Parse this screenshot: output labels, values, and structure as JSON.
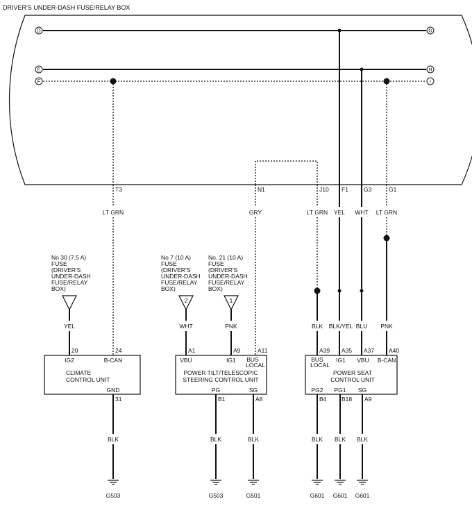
{
  "box_title": "DRIVER'S UNDER-DASH FUSE/RELAY BOX",
  "bus_terminals": {
    "d": "D",
    "e": "E",
    "f": "F",
    "g": "G",
    "h": "H",
    "i": "I"
  },
  "connectors": {
    "t3": "T3",
    "n1": "N1",
    "j10": "J10",
    "f1": "F1",
    "g3": "G3",
    "g1": "G1"
  },
  "upper_wires": {
    "t3": "LT GRN",
    "n1": "GRY",
    "j10": "LT GRN",
    "f1": "YEL",
    "g3": "WHT",
    "g1": "LT GRN"
  },
  "fuses": [
    {
      "number": "30",
      "lines": [
        "No 30 (7.5 A)",
        "FUSE",
        "(DRIVER'S",
        "UNDER-DASH",
        "FUSE/RELAY",
        "BOX)"
      ]
    },
    {
      "number": "2",
      "lines": [
        "No 7 (10 A)",
        "FUSE",
        "(DRIVER'S",
        "UNDER-DASH",
        "FUSE/RELAY",
        "BOX)"
      ]
    },
    {
      "number": "1",
      "lines": [
        "No. 21 (10 A)",
        "FUSE",
        "(DRIVER'S",
        "UNDER-DASH",
        "FUSE/RELAY",
        "BOX)"
      ]
    }
  ],
  "mid_wires": {
    "yel": "YEL",
    "wht": "WHT",
    "pnk": "PNK",
    "blk": "BLK",
    "blkyel": "BLK/YEL",
    "blu": "BLU",
    "pnk2": "PNK"
  },
  "units": {
    "climate": {
      "name_line1": "CLIMATE",
      "name_line2": "CONTROL UNIT",
      "pins": {
        "p20": "20",
        "p24": "24",
        "p31": "31"
      },
      "terms": {
        "ig2": "IG2",
        "bcan": "B-CAN",
        "gnd": "GND"
      }
    },
    "steering": {
      "name_line1": "POWER TILT/TELESCOPIC",
      "name_line2": "STEERING CONTROL UNIT",
      "pins": {
        "a1": "A1",
        "a9": "A9",
        "a11": "A11",
        "b1": "B1",
        "a8": "A8"
      },
      "terms": {
        "vbu": "VBU",
        "ig1": "IG1",
        "bus1": "BUS",
        "bus2": "LOCAL",
        "pg": "PG",
        "sg": "SG"
      }
    },
    "seat": {
      "name_line1": "POWER SEAT",
      "name_line2": "CONTROL UNIT",
      "pins": {
        "a39": "A39",
        "a35": "A35",
        "a37": "A37",
        "a40": "A40",
        "b4": "B4",
        "b18": "B18",
        "a9": "A9"
      },
      "terms": {
        "bus1": "BUS",
        "bus2": "LOCAL",
        "ig1": "IG1",
        "vbu": "VBU",
        "bcan": "B-CAN",
        "pg2": "PG2",
        "pg1": "PG1",
        "sg": "SG"
      }
    }
  },
  "ground_wire": "BLK",
  "grounds": [
    "G503",
    "G503",
    "G501",
    "G601",
    "G601",
    "G601"
  ]
}
